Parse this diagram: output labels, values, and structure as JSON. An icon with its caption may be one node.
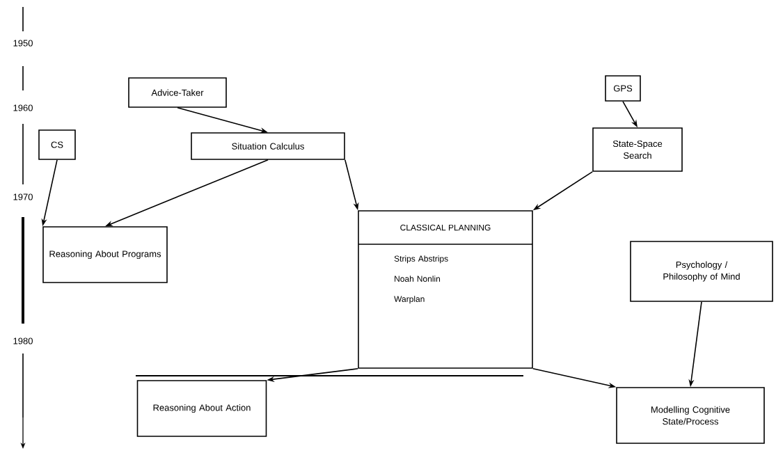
{
  "diagram": {
    "nodes": [
      {
        "text": [
          "Advice-Taker"
        ]
      },
      {
        "text": [
          "GPS"
        ]
      },
      {
        "text": [
          "CS"
        ]
      },
      {
        "text": [
          "Situation Calculus"
        ]
      },
      {
        "text": [
          "State-Space Search"
        ]
      },
      {
        "text": [
          "CLASSICAL PLANNING",
          "Strips Abstrips Noah Nonlin Warplan"
        ]
      },
      {
        "text": [
          "Reasoning About Programs"
        ]
      },
      {
        "text": [
          "Psychology / Philosophy of Mind"
        ]
      },
      {
        "text": [
          "Reasoning About Action"
        ]
      },
      {
        "text": [
          "Modelling Cognitive State/Process"
        ]
      }
    ],
    "edges": [
      {
        "from": 0,
        "to": 3,
        "arrow": "to"
      },
      {
        "from": 1,
        "to": 4,
        "arrow": "to"
      },
      {
        "from": 2,
        "to": 6,
        "arrow": "to"
      },
      {
        "from": 3,
        "to": 6,
        "arrow": "to"
      },
      {
        "from": 3,
        "to": 5,
        "arrow": "to"
      },
      {
        "from": 4,
        "to": 5,
        "arrow": "to"
      },
      {
        "from": 5,
        "to": 8,
        "arrow": "to"
      },
      {
        "from": 5,
        "to": 9,
        "arrow": "to"
      },
      {
        "from": 7,
        "to": 9,
        "arrow": "to"
      }
    ],
    "labels": [
      "1950",
      "1960",
      "1970",
      "1980"
    ]
  }
}
